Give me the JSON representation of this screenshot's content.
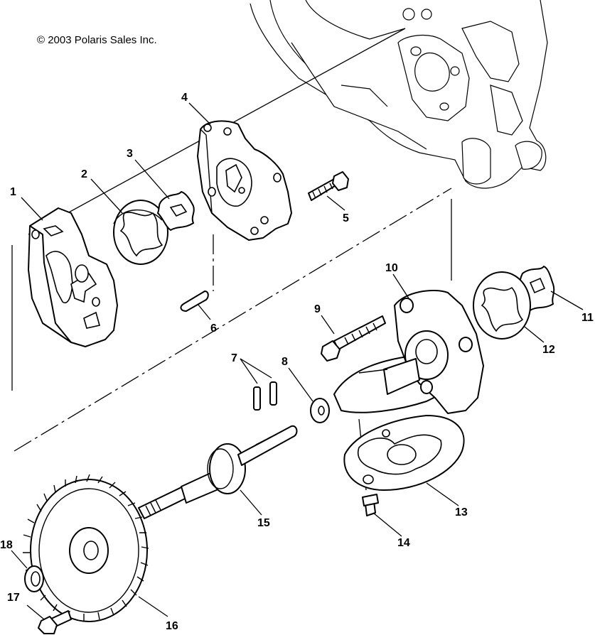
{
  "copyright": "© 2003 Polaris Sales Inc.",
  "callouts": [
    {
      "id": "1",
      "part": "outer-pump-body"
    },
    {
      "id": "2",
      "part": "outer-rotor-1"
    },
    {
      "id": "3",
      "part": "inner-rotor-1"
    },
    {
      "id": "4",
      "part": "pump-plate"
    },
    {
      "id": "5",
      "part": "bolt"
    },
    {
      "id": "6",
      "part": "dowel-pin"
    },
    {
      "id": "7",
      "part": "pins"
    },
    {
      "id": "8",
      "part": "washer"
    },
    {
      "id": "9",
      "part": "long-bolt"
    },
    {
      "id": "10",
      "part": "pump-housing"
    },
    {
      "id": "11",
      "part": "inner-rotor-2"
    },
    {
      "id": "12",
      "part": "outer-rotor-2"
    },
    {
      "id": "13",
      "part": "cover-plate"
    },
    {
      "id": "14",
      "part": "screw"
    },
    {
      "id": "15",
      "part": "pump-shaft"
    },
    {
      "id": "16",
      "part": "drive-gear"
    },
    {
      "id": "17",
      "part": "gear-bolt"
    },
    {
      "id": "18",
      "part": "gear-washer"
    }
  ]
}
